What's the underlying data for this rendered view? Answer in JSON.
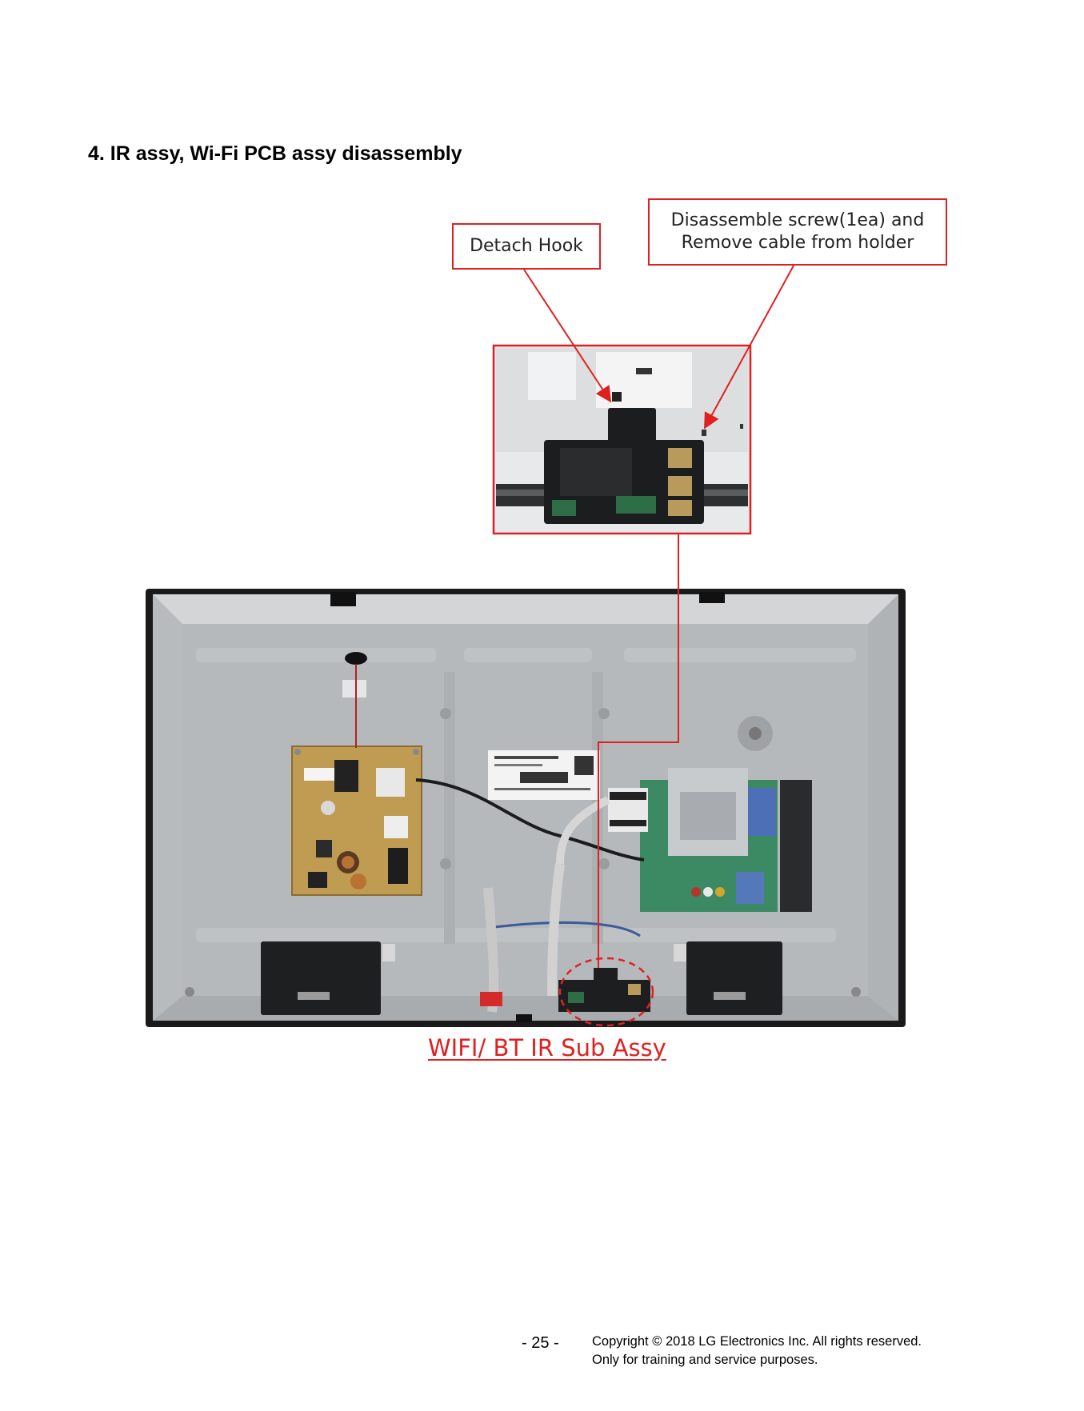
{
  "section": {
    "title": "4. IR assy, Wi-Fi PCB assy disassembly"
  },
  "callouts": {
    "hook": "Detach Hook",
    "screw_line1": "Disassemble screw(1ea) and",
    "screw_line2": "Remove cable from holder"
  },
  "figure": {
    "sub_assy_label": "WIFI/ BT IR Sub Assy"
  },
  "footer": {
    "page_number": "- 25 -",
    "copyright_line1": "Copyright © 2018 LG Electronics Inc. All rights reserved.",
    "copyright_line2": "Only for training and service purposes."
  },
  "colors": {
    "annotation_red": "#e02020",
    "chassis_gray": "#b4b7ba",
    "bezel_black": "#1a1a1a"
  }
}
